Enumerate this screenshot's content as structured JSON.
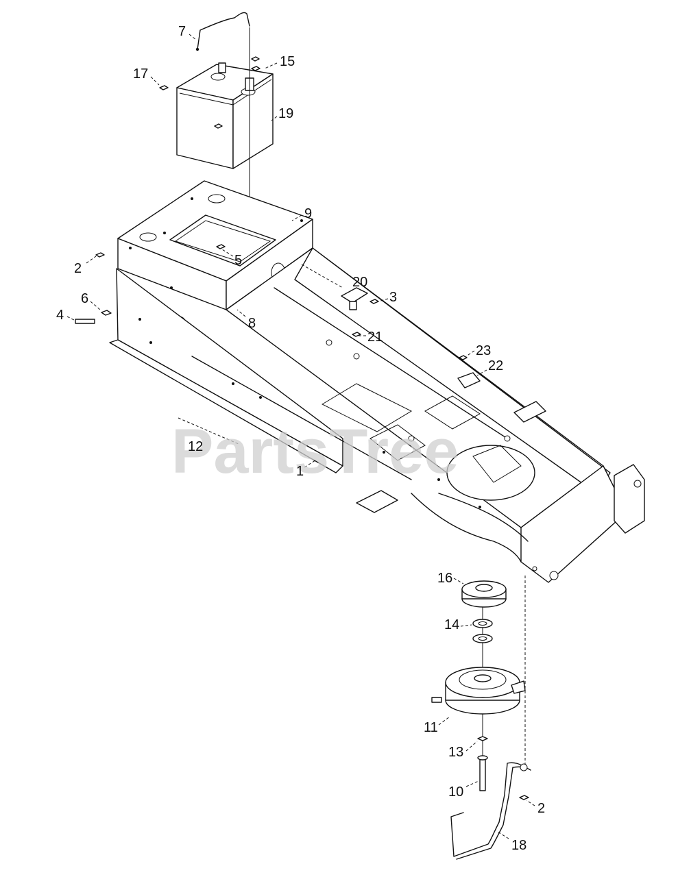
{
  "watermark": "PartsTree",
  "callouts": [
    {
      "id": "c7",
      "text": "7"
    },
    {
      "id": "c15",
      "text": "15"
    },
    {
      "id": "c17",
      "text": "17"
    },
    {
      "id": "c19",
      "text": "19"
    },
    {
      "id": "c9",
      "text": "9"
    },
    {
      "id": "c2a",
      "text": "2"
    },
    {
      "id": "c5",
      "text": "5"
    },
    {
      "id": "c6",
      "text": "6"
    },
    {
      "id": "c4",
      "text": "4"
    },
    {
      "id": "c8",
      "text": "8"
    },
    {
      "id": "c20",
      "text": "20"
    },
    {
      "id": "c3",
      "text": "3"
    },
    {
      "id": "c21",
      "text": "21"
    },
    {
      "id": "c23",
      "text": "23"
    },
    {
      "id": "c22",
      "text": "22"
    },
    {
      "id": "c12",
      "text": "12"
    },
    {
      "id": "c1",
      "text": "1"
    },
    {
      "id": "c16",
      "text": "16"
    },
    {
      "id": "c14",
      "text": "14"
    },
    {
      "id": "c11",
      "text": "11"
    },
    {
      "id": "c13",
      "text": "13"
    },
    {
      "id": "c10",
      "text": "10"
    },
    {
      "id": "c2b",
      "text": "2"
    },
    {
      "id": "c18",
      "text": "18"
    }
  ]
}
